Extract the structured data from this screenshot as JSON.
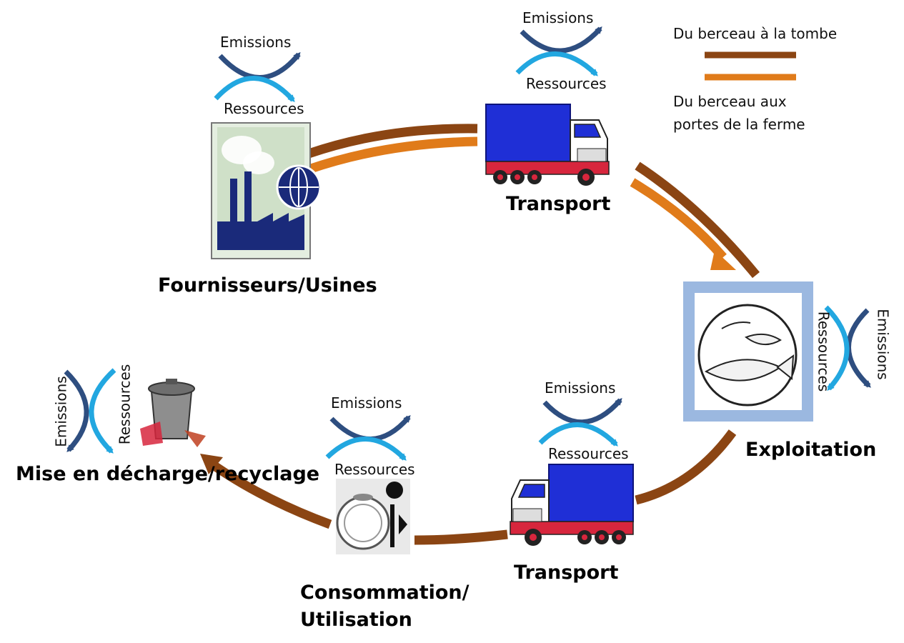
{
  "legend": {
    "cradle_to_grave": {
      "label": "Du berceau à la tombe",
      "color": "#8B4513"
    },
    "cradle_to_farm_gate": {
      "label": "Du berceau aux portes de la ferme",
      "color": "#E07B1A"
    }
  },
  "flow_labels": {
    "emissions": "Emissions",
    "resources": "Ressources"
  },
  "nodes": {
    "suppliers": "Fournisseurs/Usines",
    "transport_top": "Transport",
    "farm": "Exploitation",
    "transport_bottom": "Transport",
    "consumption": "Consommation/ Utilisation",
    "disposal": "Mise en décharge/recyclage"
  },
  "colors": {
    "emissions_arrow": "#2E4E80",
    "resources_arrow": "#22A7E0",
    "truck_box": "#1F2FD6",
    "truck_cab": "#D7263D",
    "farm_frame": "#9BB8E0",
    "factory": "#1A2A7A"
  }
}
